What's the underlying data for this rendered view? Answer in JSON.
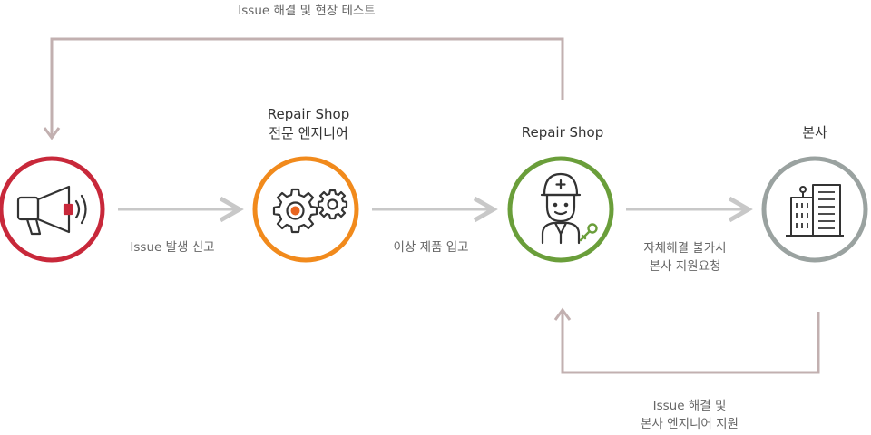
{
  "nodes": [
    {
      "id": "report",
      "title": [],
      "color": "#c8283a",
      "icon": "megaphone-icon"
    },
    {
      "id": "engineer",
      "title": [
        "Repair Shop",
        "전문 엔지니어"
      ],
      "color": "#f18a1c",
      "icon": "gears-icon"
    },
    {
      "id": "shop",
      "title": [
        "Repair Shop"
      ],
      "color": "#6a9e3a",
      "icon": "technician-icon"
    },
    {
      "id": "hq",
      "title": [
        "본사"
      ],
      "color": "#9aa2a0",
      "icon": "office-building-icon"
    }
  ],
  "edges": [
    {
      "from": "report",
      "to": "engineer",
      "label": [
        "Issue 발생 신고"
      ]
    },
    {
      "from": "engineer",
      "to": "shop",
      "label": [
        "이상 제품 입고"
      ]
    },
    {
      "from": "shop",
      "to": "hq",
      "label": [
        "자체해결 불가시",
        "본사 지원요청"
      ]
    }
  ],
  "feedback": [
    {
      "from": "shop",
      "to": "report",
      "label": [
        "Issue 해결 및 현장 테스트"
      ]
    },
    {
      "from": "hq",
      "to": "shop",
      "label": [
        "Issue 해결 및",
        "본사 엔지니어 지원"
      ]
    }
  ],
  "colors": {
    "arrow": "#c8c8c8",
    "feedback_line": "#c2b0b0",
    "accent": "#e8641f"
  }
}
